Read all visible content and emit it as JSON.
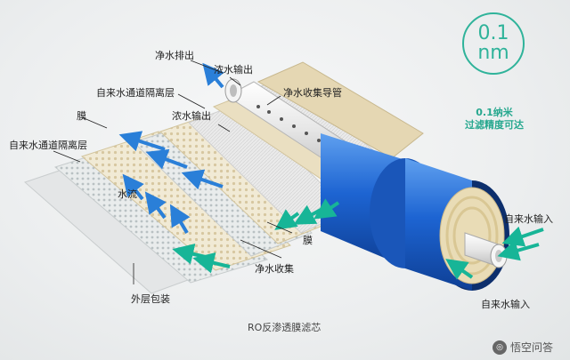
{
  "labels": {
    "pure_out": "净水排出",
    "conc_out_top": "浓水输出",
    "feed_spacer_top": "自来水通道隔离层",
    "collect_tube": "净水收集导管",
    "conc_out_mid": "浓水输出",
    "membrane_top": "膜",
    "feed_spacer_left": "自来水通道隔离层",
    "water_flow": "水流",
    "membrane_right": "膜",
    "pure_collect": "净水收集",
    "tap_in_right": "自来水输入",
    "tap_in_bottom": "自来水输入",
    "outer_wrap": "外层包装"
  },
  "precision": {
    "value": "0.1",
    "unit": "nm",
    "line1": "0.1纳米",
    "line2": "过滤精度可达"
  },
  "caption": "RO反渗透膜滤芯",
  "watermark": "悟空问答",
  "colors": {
    "blue": "#1b5fc4",
    "teal": "#1fbf9f",
    "accent": "#2fb39a"
  }
}
